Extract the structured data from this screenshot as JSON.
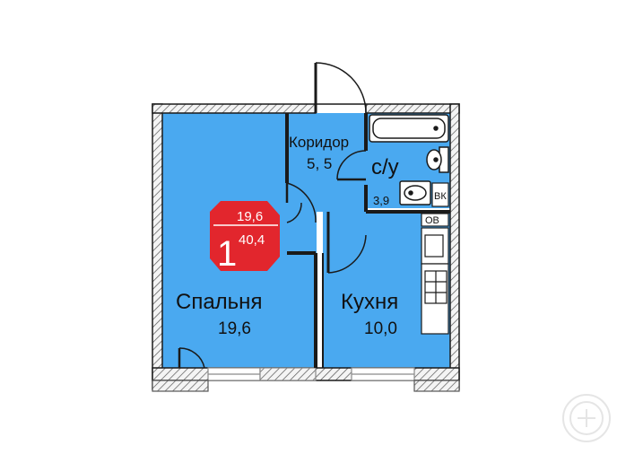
{
  "rooms": {
    "bedroom": {
      "name": "Спальня",
      "area": "19,6"
    },
    "kitchen": {
      "name": "Кухня",
      "area": "10,0"
    },
    "corridor": {
      "name": "Коридор",
      "area": "5, 5"
    },
    "bathroom": {
      "name": "с/у",
      "area": "3,9"
    }
  },
  "badge": {
    "rooms_count": "1",
    "living_area": "19,6",
    "total_area": "40,4",
    "color": "#e2262d"
  },
  "fixtures": {
    "washing_machine": "ВК",
    "oven": "ОВ"
  },
  "colors": {
    "room_fill": "#4aa9f0",
    "wall": "#1a1a1a",
    "window": "#8a8a8a"
  },
  "watermark_icon": "building-logo-icon"
}
